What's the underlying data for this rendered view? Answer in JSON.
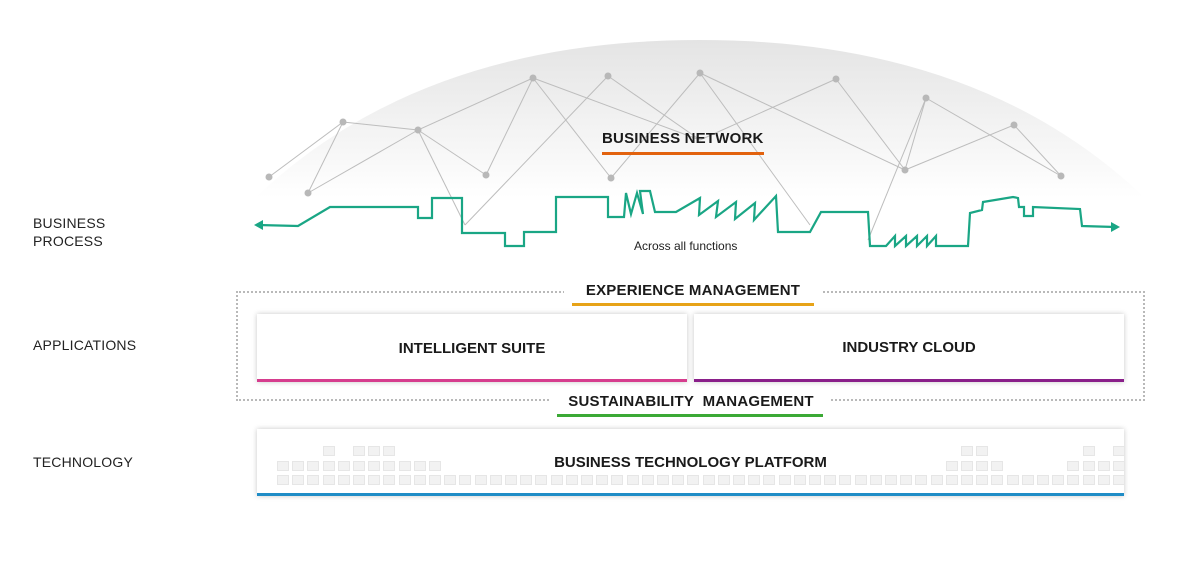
{
  "left_labels": {
    "business_process_line1": "BUSINESS",
    "business_process_line2": "PROCESS",
    "applications": "APPLICATIONS",
    "technology": "TECHNOLOGY"
  },
  "network": {
    "title": "BUSINESS NETWORK",
    "underline_color": "#e2620e"
  },
  "process": {
    "caption": "Across all functions",
    "line_color": "#1aa685"
  },
  "experience": {
    "title": "EXPERIENCE MANAGEMENT",
    "underline_color": "#e7a318"
  },
  "applications": {
    "intelligent_suite": {
      "label": "INTELLIGENT SUITE",
      "underline_color": "#d63d8e"
    },
    "industry_cloud": {
      "label": "INDUSTRY CLOUD",
      "underline_color": "#8a1f8a"
    }
  },
  "sustainability": {
    "title": "SUSTAINABILITY  MANAGEMENT",
    "underline_color": "#3ba935"
  },
  "technology_platform": {
    "label": "BUSINESS TECHNOLOGY PLATFORM",
    "underline_color": "#1f8cc6"
  }
}
